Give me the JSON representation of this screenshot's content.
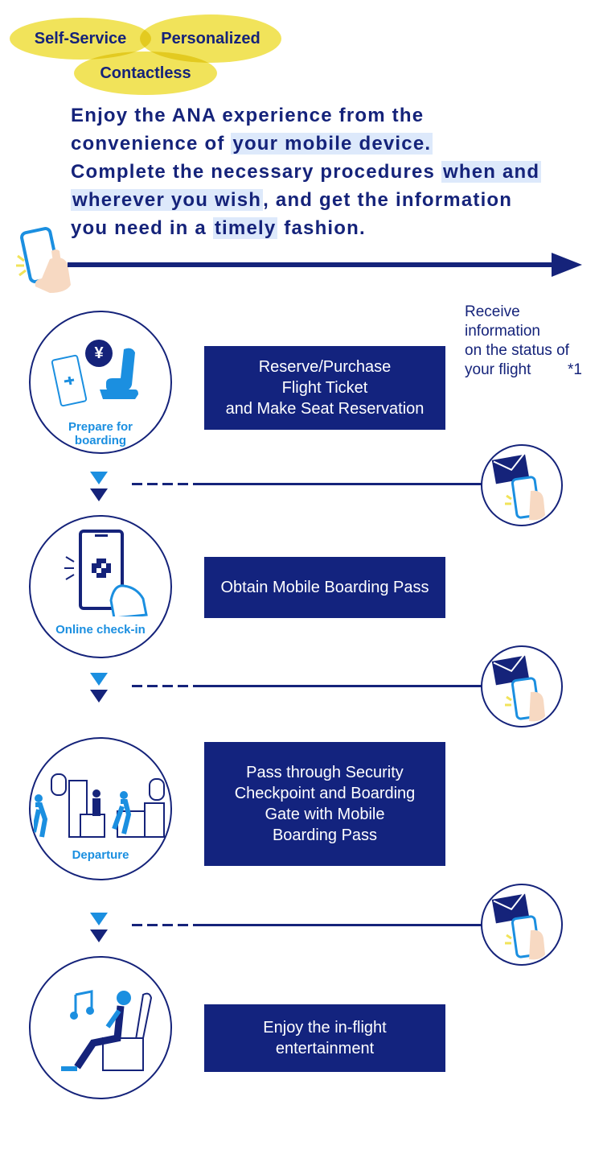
{
  "badges": [
    "Self-Service",
    "Personalized",
    "Contactless"
  ],
  "headline": {
    "l1": "Enjoy the ANA experience from the",
    "l2a": "convenience of ",
    "l2b": "your mobile device.",
    "l3a": "Complete the necessary procedures ",
    "l3b": "when and",
    "l4a": "wherever you wish",
    "l4b": ", and get the information",
    "l5a": "you need in a ",
    "l5b": "timely",
    "l5c": " fashion."
  },
  "receive_info": {
    "lines": [
      "Receive",
      "information",
      "on the status of",
      "your flight"
    ],
    "note": "*1"
  },
  "steps": [
    {
      "circle_label": [
        "Prepare for",
        "boarding"
      ],
      "box_lines": [
        "Reserve/Purchase",
        "Flight Ticket",
        "and Make Seat Reservation"
      ]
    },
    {
      "circle_label": [
        "Online check-in"
      ],
      "box_lines": [
        "Obtain Mobile Boarding Pass"
      ]
    },
    {
      "circle_label": [
        "Departure"
      ],
      "box_lines": [
        "Pass through Security",
        "Checkpoint and Boarding",
        "Gate with Mobile",
        "Boarding Pass"
      ]
    },
    {
      "circle_label": [],
      "box_lines": [
        "Enjoy the in-flight",
        "entertainment"
      ]
    }
  ],
  "icons": {
    "yen": "¥",
    "mobile": "mobile-phone-icon",
    "notification": "mail-phone-icon",
    "qr": "qr-code-icon",
    "music": "music-note-icon",
    "seat": "airplane-seat-icon",
    "ticket": "ticket-icon"
  },
  "colors": {
    "navy": "#15237a",
    "blue": "#1b8fe0",
    "yellow": "#f1e35a",
    "highlight": "#dde9fb"
  }
}
